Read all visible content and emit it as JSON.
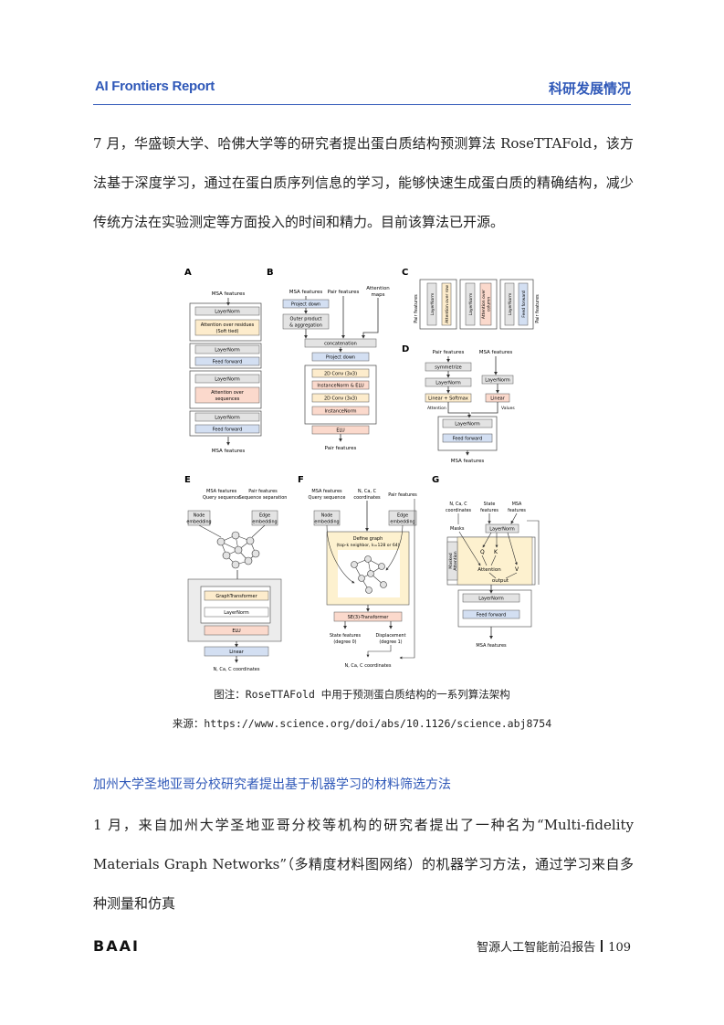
{
  "header": {
    "left": "AI Frontiers Report",
    "right": "科研发展情况"
  },
  "body": {
    "paragraph1": "7 月，华盛顿大学、哈佛大学等的研究者提出蛋白质结构预测算法 RoseTTAFold，该方法基于深度学习，通过在蛋白质序列信息的学习，能够快速生成蛋白质的精确结构，减少传统方法在实验测定等方面投入的时间和精力。目前该算法已开源。",
    "figure_caption": "图注：RoseTTAFold 中用于预测蛋白质结构的一系列算法架构",
    "figure_source": "来源：https://www.science.org/doi/abs/10.1126/science.abj8754",
    "section_title": "加州大学圣地亚哥分校研究者提出基于机器学习的材料筛选方法",
    "paragraph2": "1 月，来自加州大学圣地亚哥分校等机构的研究者提出了一种名为“Multi-fidelity Materials Graph Networks”（多精度材料图网络）的机器学习方法，通过学习来自多种测量和仿真"
  },
  "figure": {
    "panel_A": {
      "letter": "A",
      "top": "MSA features",
      "boxes": [
        "LayerNorm",
        "Attention over residues (Soft tied)",
        "LayerNorm",
        "Feed forward",
        "LayerNorm",
        "Attention over sequences",
        "LayerNorm",
        "Feed forward"
      ],
      "bottom": "MSA features"
    },
    "panel_B": {
      "letter": "B",
      "inputs": [
        "MSA features",
        "Pair features",
        "Attention maps"
      ],
      "boxes": [
        "Project down",
        "Outer product & aggregation",
        "concatenation",
        "Project down",
        "2D Conv (3x3)",
        "InstanceNorm & ELU",
        "2D Conv (3x3)",
        "InstanceNorm",
        "ELU"
      ],
      "bottom": "Pair features"
    },
    "panel_C": {
      "letter": "C",
      "side": "Pair features",
      "boxes": [
        "LayerNorm",
        "Attention over row",
        "LayerNorm",
        "Attention over column",
        "LayerNorm",
        "Feed forward"
      ],
      "side_right": "Pair features"
    },
    "panel_D": {
      "letter": "D",
      "inputs": [
        "Pair features",
        "MSA features"
      ],
      "boxes": [
        "symmetrize",
        "LayerNorm",
        "LayerNorm",
        "Linear + Softmax",
        "Linear",
        "LayerNorm",
        "Feed forward"
      ],
      "labels": [
        "Attention",
        "Values"
      ],
      "bottom": "MSA features"
    },
    "panel_E": {
      "letter": "E",
      "inputs": [
        "MSA features",
        "Query sequence",
        "Pair features",
        "Sequence separation"
      ],
      "boxes": [
        "Node embedding",
        "Edge embedding",
        "GraphTransformer",
        "LayerNorm",
        "ELU",
        "Linear"
      ],
      "bottom": "N, Ca, C coordinates"
    },
    "panel_F": {
      "letter": "F",
      "inputs": [
        "MSA features",
        "Query sequence",
        "N, Ca, C coordinates",
        "Pair features"
      ],
      "boxes": [
        "Node embedding",
        "Edge embedding",
        "Define graph",
        "(top-k neighbor, k=128 or 64)",
        "SE(3)-Transformer"
      ],
      "outputs": [
        "State features",
        "(degree 0)",
        "Displacement",
        "(degree 1)"
      ],
      "bottom": "N, Ca, C coordinates"
    },
    "panel_G": {
      "letter": "G",
      "inputs": [
        "N, Ca, C",
        "coordinates",
        "State",
        "features",
        "MSA",
        "features"
      ],
      "boxes": [
        "LayerNorm",
        "LayerNorm",
        "Feed forward"
      ],
      "labels": [
        "Masks",
        "Q",
        "K",
        "Attention",
        "V",
        "output",
        "Masked Attention"
      ],
      "bottom": "MSA features"
    },
    "colors": {
      "gray_box": "#e3e3e3",
      "yellow_box": "#fdeccc",
      "orange_box": "#fbd9cc",
      "blue_box": "#d3dff2",
      "light_yellow_area": "#fdf1cf",
      "accent": "#2f58b8"
    }
  },
  "footer": {
    "logo": "BAAI",
    "report": "智源人工智能前沿报告",
    "page": "109"
  }
}
